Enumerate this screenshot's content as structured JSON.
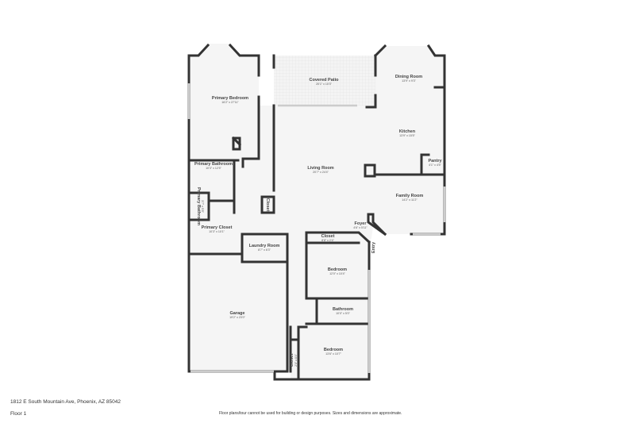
{
  "address": "1812 E South Mountain Ave, Phoenix, AZ 85042",
  "floor": "Floor 1",
  "disclaimer": "Floor plans/tour cannot be used for building or design purposes. Sizes and dimensions are approximate.",
  "rooms": [
    {
      "name": "Primary Bedroom",
      "dims": "16'2\" x 27'11\""
    },
    {
      "name": "Covered Patio",
      "dims": "20'1\" x 10'3\""
    },
    {
      "name": "Dining Room",
      "dims": "13'9\" x 9'3\""
    },
    {
      "name": "Kitchen",
      "dims": "13'9\" x 15'5\""
    },
    {
      "name": "Pantry",
      "dims": "4'1\" x 4'5\""
    },
    {
      "name": "Primary Bathroom",
      "dims": "10'3\" x 12'5\""
    },
    {
      "name": "Living Room",
      "dims": "20'7\" x 24'4\""
    },
    {
      "name": "Primary Bathroom",
      "dims": "3'7\" x 5'8\""
    },
    {
      "name": "Closet",
      "dims": ""
    },
    {
      "name": "Family Room",
      "dims": "14'2\" x 11'2\""
    },
    {
      "name": "Foyer",
      "dims": "4'6\" x 5'11\""
    },
    {
      "name": "Closet",
      "dims": "8'8\" x 2'4\""
    },
    {
      "name": "Entry",
      "dims": ""
    },
    {
      "name": "Primary Closet",
      "dims": "10'3\" x 10'1\""
    },
    {
      "name": "Laundry Room",
      "dims": "8'7\" x 6'3\""
    },
    {
      "name": "Bedroom",
      "dims": "12'0\" x 10'4\""
    },
    {
      "name": "Bathroom",
      "dims": "10'0\" x 5'0\""
    },
    {
      "name": "Garage",
      "dims": "19'2\" x 23'0\""
    },
    {
      "name": "Bedroom",
      "dims": "13'6\" x 10'7\""
    },
    {
      "name": "Closet",
      "dims": "2'0\" x 8'4\""
    }
  ]
}
